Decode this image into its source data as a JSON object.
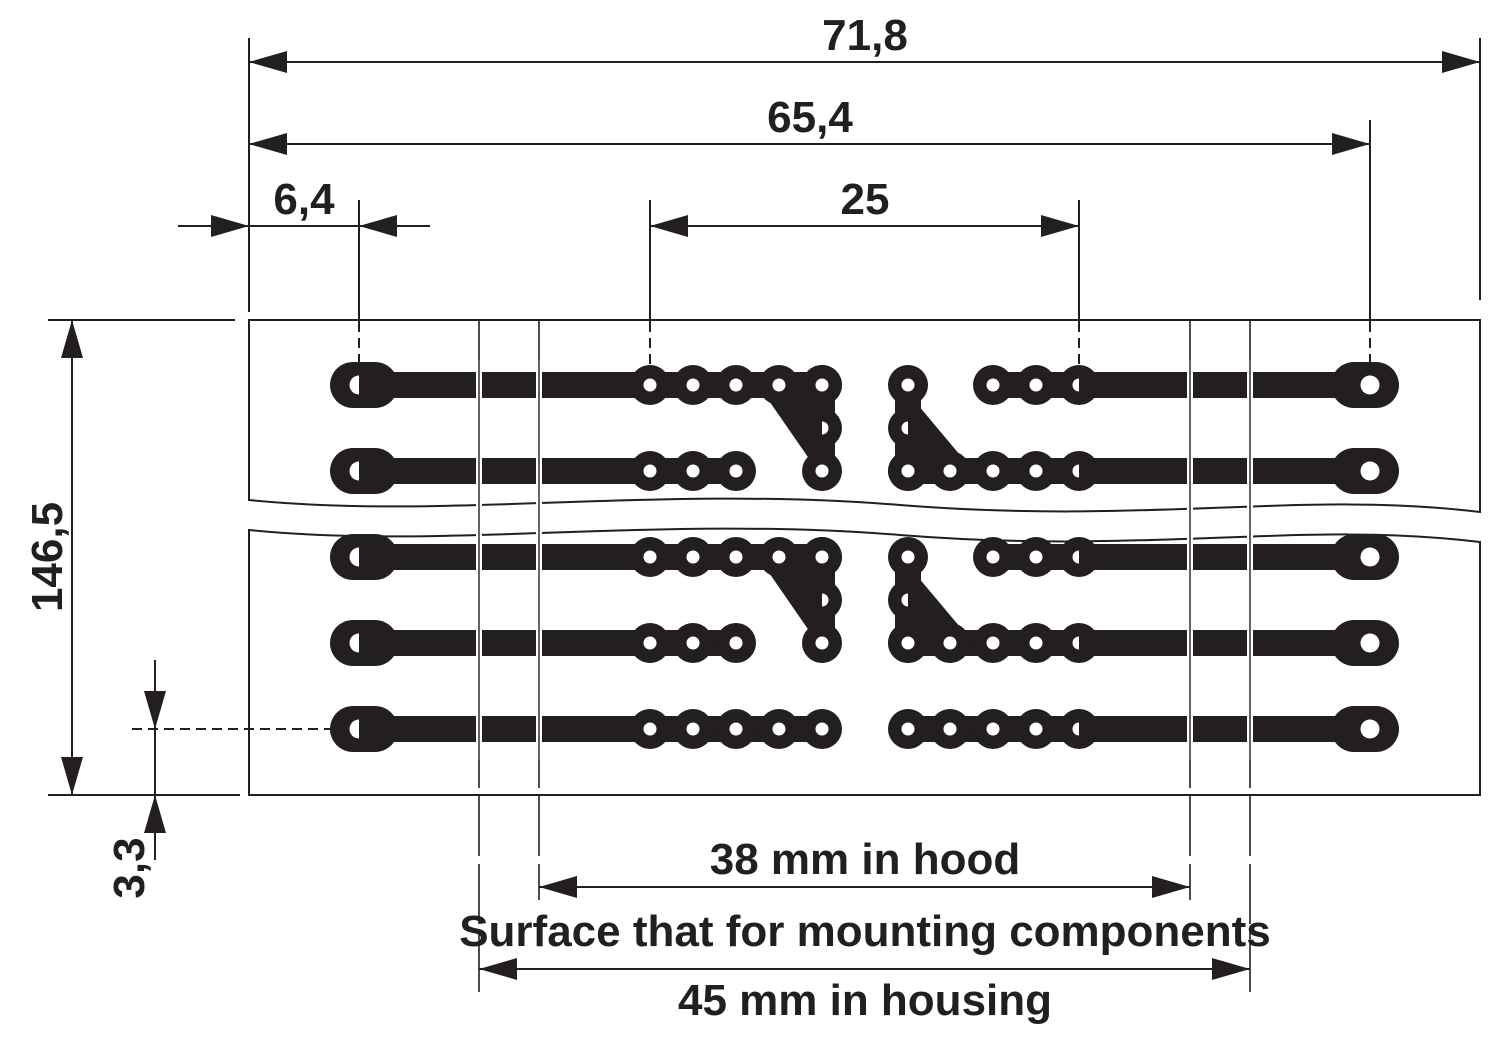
{
  "dimensions": {
    "overall_width": "71,8",
    "outer_pin_span": "65,4",
    "edge_to_first_pin": "6,4",
    "center_group_span": "25",
    "height": "146,5",
    "bottom_offset": "3,3"
  },
  "notes": {
    "hood": "38 mm in hood",
    "surface": "Surface that for mounting components",
    "housing": "45 mm in housing"
  },
  "colors": {
    "ink": "#231f20",
    "paper": "#ffffff"
  }
}
